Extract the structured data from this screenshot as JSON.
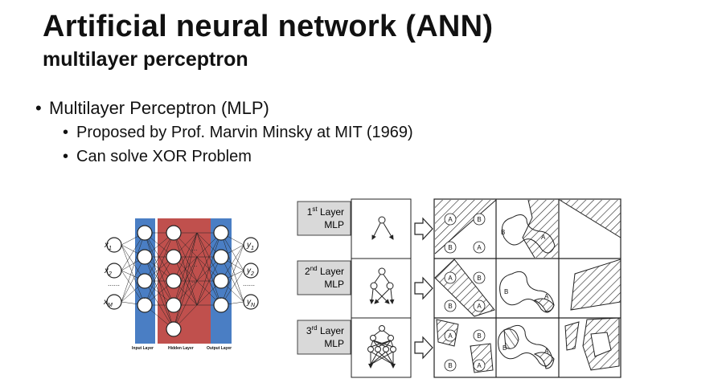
{
  "slide": {
    "title": "Artificial neural network (ANN)",
    "subtitle": "multilayer perceptron"
  },
  "bullets": {
    "main": "Multilayer Perceptron (MLP)",
    "sub": [
      "Proposed by Prof. Marvin Minsky at MIT (1969)",
      "Can solve XOR Problem"
    ]
  },
  "network_diagram": {
    "inputs": [
      "x",
      "x",
      "x"
    ],
    "input_subscripts": [
      "1",
      "2",
      "M"
    ],
    "outputs": [
      "y",
      "y",
      "y"
    ],
    "output_subscripts": [
      "1",
      "2",
      "N"
    ],
    "layer_labels": [
      "Input Layer",
      "Hidden Layer",
      "Output Layer"
    ],
    "colors": {
      "input_output_band": "#4a7ec4",
      "hidden_band": "#c0504d"
    }
  },
  "mlp_table": {
    "rows": [
      {
        "label_top_num": "1",
        "label_top_sup": "st",
        "label_top_rest": " Layer",
        "label_bottom": "MLP"
      },
      {
        "label_top_num": "2",
        "label_top_sup": "nd",
        "label_top_rest": " Layer",
        "label_bottom": "MLP"
      },
      {
        "label_top_num": "3",
        "label_top_sup": "rd",
        "label_top_rest": " Layer",
        "label_bottom": "MLP"
      }
    ],
    "region_labels": {
      "a": "A",
      "b": "B"
    }
  }
}
